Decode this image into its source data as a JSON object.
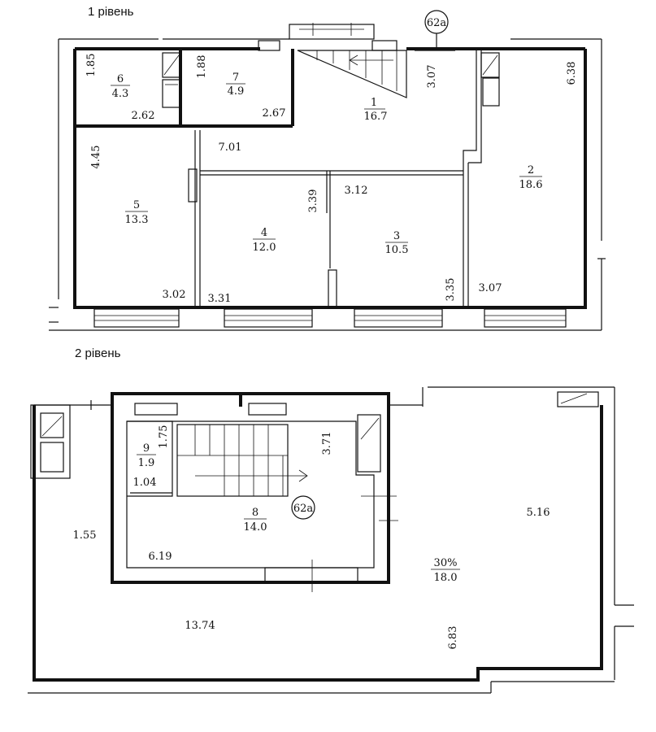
{
  "levels": {
    "level1": "1 рівень",
    "level2": "2 рівень"
  },
  "marker": "62a",
  "level1_rooms": [
    {
      "no": "1",
      "area": "16.7"
    },
    {
      "no": "2",
      "area": "18.6"
    },
    {
      "no": "3",
      "area": "10.5"
    },
    {
      "no": "4",
      "area": "12.0"
    },
    {
      "no": "5",
      "area": "13.3"
    },
    {
      "no": "6",
      "area": "4.3"
    },
    {
      "no": "7",
      "area": "4.9"
    }
  ],
  "level1_dims": [
    "1.85",
    "2.62",
    "1.88",
    "2.67",
    "3.07",
    "6.38",
    "7.01",
    "4.45",
    "3.39",
    "3.12",
    "3.02",
    "3.31",
    "3.35",
    "3.07"
  ],
  "level2_rooms": [
    {
      "no": "8",
      "area": "14.0"
    },
    {
      "no": "9",
      "area": "1.9"
    },
    {
      "no": "30%",
      "area": "18.0"
    }
  ],
  "level2_dims": [
    "1.75",
    "3.71",
    "1.04",
    "1.55",
    "6.19",
    "5.16",
    "13.74",
    "6.83"
  ]
}
